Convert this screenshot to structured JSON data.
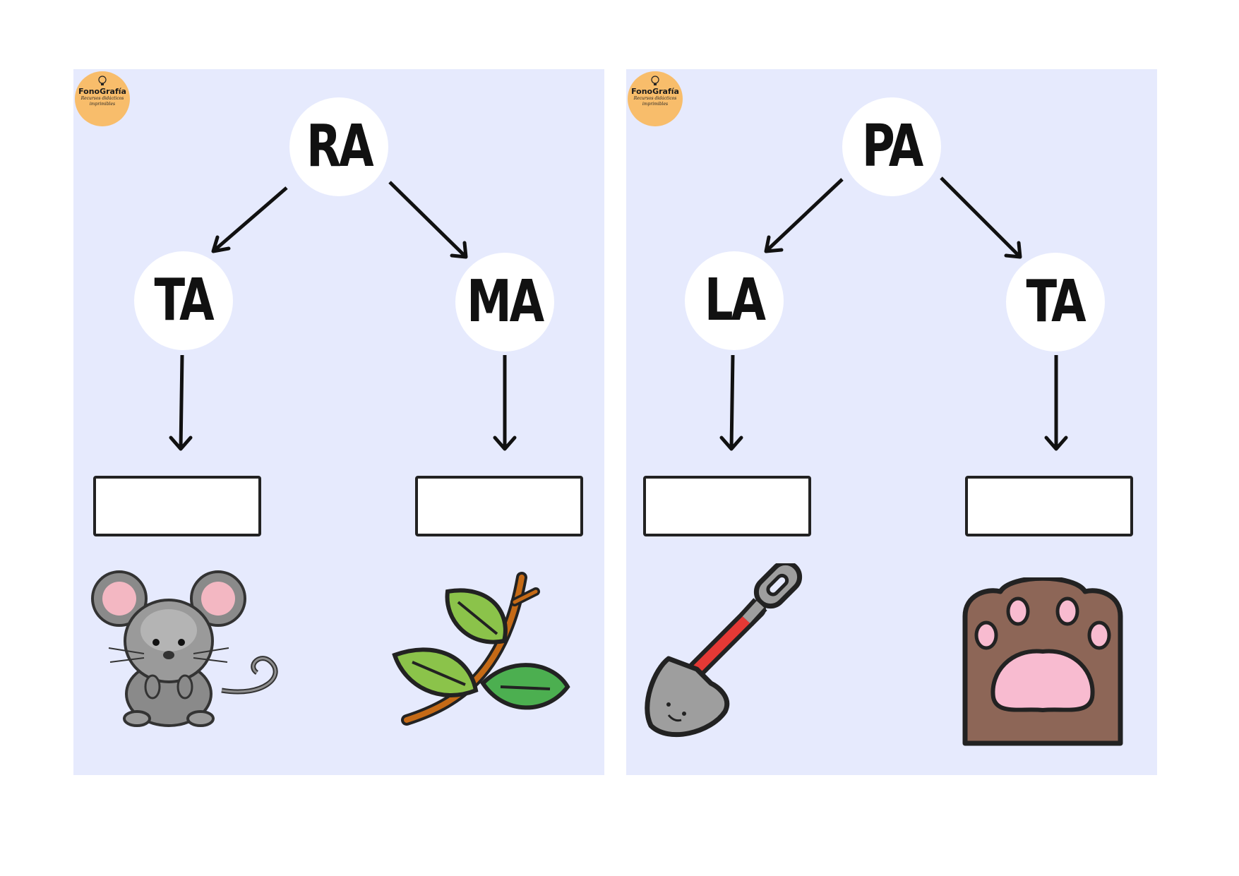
{
  "brand": {
    "name": "FonoGrafía",
    "tagline_1": "Recursos didácticos",
    "tagline_2": "imprimibles"
  },
  "cards": [
    {
      "top_syllable": "RA",
      "left_syllable": "TA",
      "right_syllable": "MA",
      "left_image": "mouse-icon",
      "right_image": "branch-icon"
    },
    {
      "top_syllable": "PA",
      "left_syllable": "LA",
      "right_syllable": "TA",
      "left_image": "shovel-icon",
      "right_image": "paw-icon"
    }
  ],
  "colors": {
    "card_bg": "#e6eafd",
    "logo_bg": "#f8bd6b"
  }
}
